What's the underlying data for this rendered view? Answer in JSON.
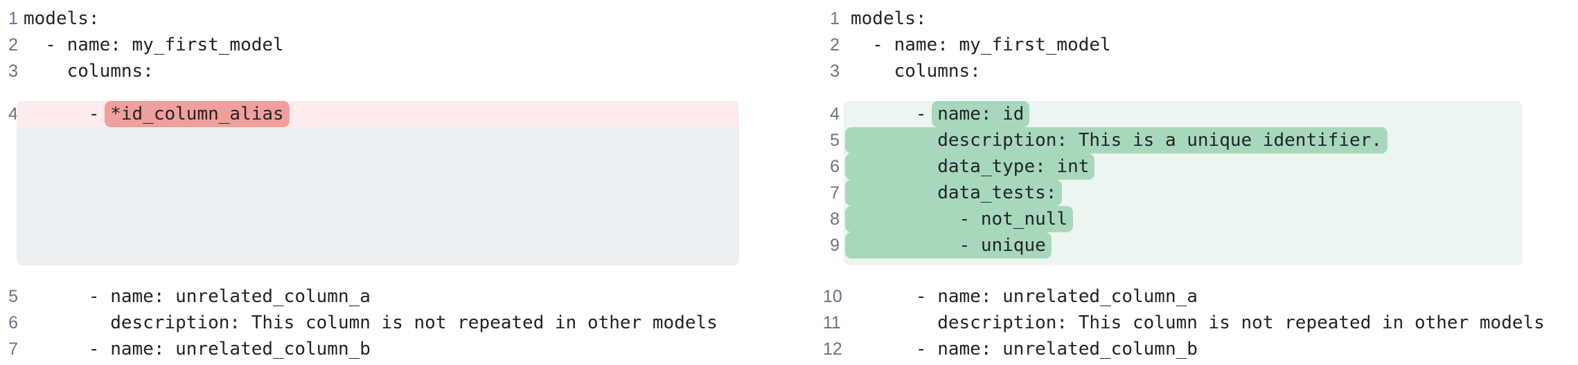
{
  "diff": {
    "colors": {
      "removed_row_bg": "#fdecec",
      "removed_mark_bg": "#efa09c",
      "added_row_bg": "#ecf5f0",
      "added_mark_bg": "#a8d8bb",
      "filler_bg": "#eceff1",
      "line_number_color": "#6b7280",
      "code_text_color": "#1f2328"
    },
    "before": {
      "lines": [
        {
          "num": "1",
          "kind": "context",
          "text": "models:"
        },
        {
          "num": "2",
          "kind": "context",
          "text": "  - name: my_first_model"
        },
        {
          "num": "3",
          "kind": "context",
          "text": "    columns:"
        },
        {
          "num": "4",
          "kind": "removed",
          "pre": "      - ",
          "mark": "*id_column_alias",
          "post": ""
        },
        {
          "num": "",
          "kind": "filler",
          "text": ""
        },
        {
          "num": "5",
          "kind": "context",
          "text": "      - name: unrelated_column_a"
        },
        {
          "num": "6",
          "kind": "context",
          "text": "        description: This column is not repeated in other models"
        },
        {
          "num": "7",
          "kind": "context",
          "text": "      - name: unrelated_column_b"
        }
      ]
    },
    "after": {
      "lines": [
        {
          "num": "1",
          "kind": "context",
          "text": "models:"
        },
        {
          "num": "2",
          "kind": "context",
          "text": "  - name: my_first_model"
        },
        {
          "num": "3",
          "kind": "context",
          "text": "    columns:"
        },
        {
          "num": "4",
          "kind": "added",
          "pre": "      - ",
          "mark": "name: id",
          "post": ""
        },
        {
          "num": "5",
          "kind": "added",
          "pre": "",
          "mark": "        description: This is a unique identifier.",
          "post": ""
        },
        {
          "num": "6",
          "kind": "added",
          "pre": "",
          "mark": "        data_type: int",
          "post": ""
        },
        {
          "num": "7",
          "kind": "added",
          "pre": "",
          "mark": "        data_tests:",
          "post": ""
        },
        {
          "num": "8",
          "kind": "added",
          "pre": "",
          "mark": "          - not_null",
          "post": ""
        },
        {
          "num": "9",
          "kind": "added",
          "pre": "",
          "mark": "          - unique",
          "post": ""
        },
        {
          "num": "10",
          "kind": "context",
          "text": "      - name: unrelated_column_a"
        },
        {
          "num": "11",
          "kind": "context",
          "text": "        description: This column is not repeated in other models"
        },
        {
          "num": "12",
          "kind": "context",
          "text": "      - name: unrelated_column_b"
        }
      ]
    }
  }
}
